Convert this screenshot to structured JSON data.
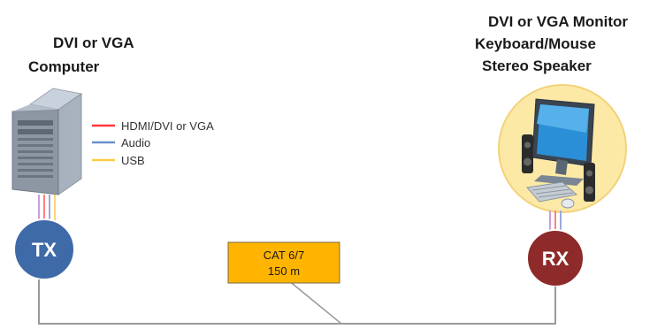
{
  "computer": {
    "title_line1": "DVI or VGA",
    "title_line2": "Computer",
    "icon": "desktop-tower-icon"
  },
  "monitor": {
    "title_line1": "DVI or VGA Monitor",
    "title_line2": "Keyboard/Mouse",
    "title_line3": "Stereo Speaker",
    "icon": "monitor-workstation-icon"
  },
  "legend": [
    {
      "label": "HDMI/DVI or VGA",
      "color": "#ff3b3b"
    },
    {
      "label": "Audio",
      "color": "#6a8fd0"
    },
    {
      "label": "USB",
      "color": "#ffc94a"
    }
  ],
  "tx": {
    "label": "TX",
    "color": "#3f6aa8"
  },
  "rx": {
    "label": "RX",
    "color": "#8e2a2a"
  },
  "cable": {
    "line1": "CAT 6/7",
    "line2": "150 m",
    "fill": "#ffb400"
  }
}
